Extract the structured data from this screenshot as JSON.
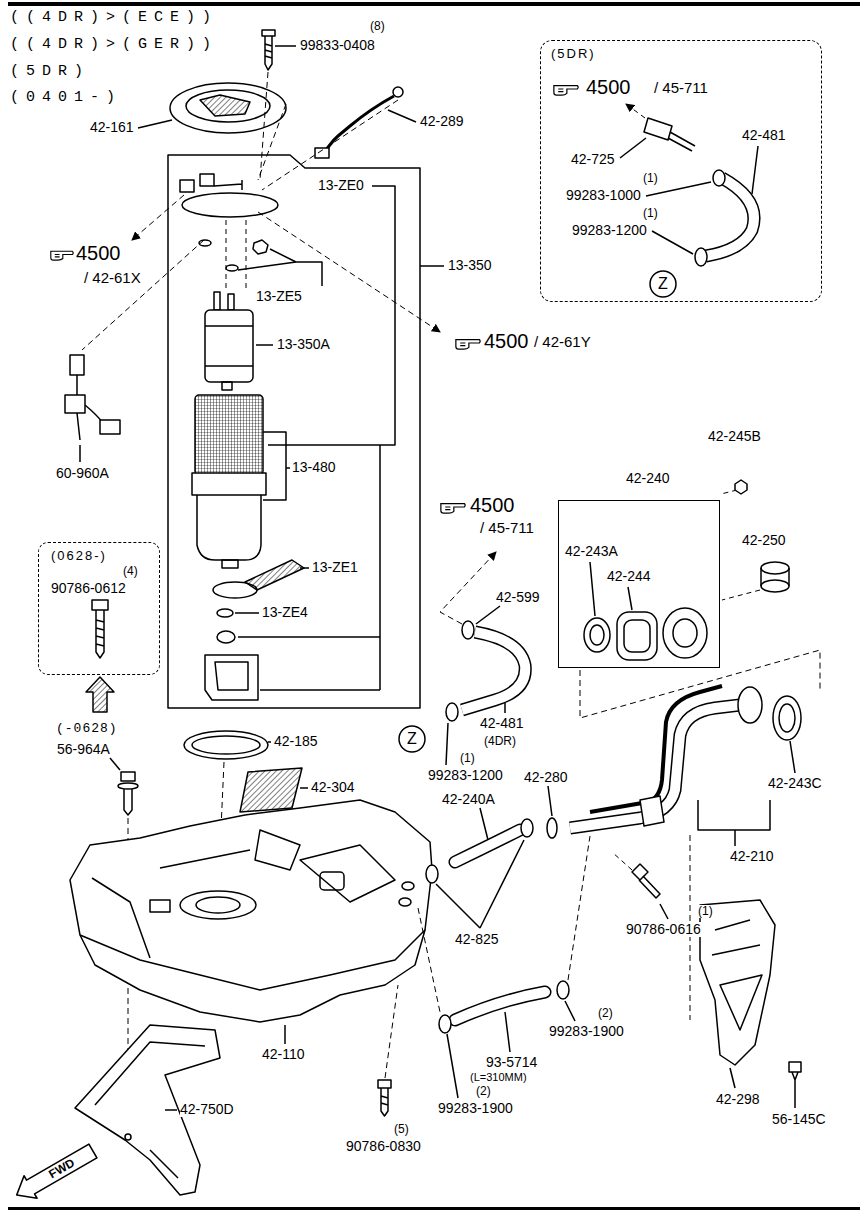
{
  "diagram": {
    "nodes": [
      {
        "text": [
          "(5DR)"
        ]
      },
      {
        "text": [
          "Z"
        ],
        "in": 0
      },
      {
        "text": [
          "42-240"
        ]
      },
      {
        "text": [
          "(0628-)",
          "(4)",
          "90786-0612"
        ]
      },
      {
        "text": [
          "Z"
        ]
      }
    ],
    "labels": [
      "((4DR)>(ECE))",
      "((4DR)>(GER))",
      "(5DR)",
      "(0401-)",
      "(8)",
      "99833-0408",
      "42-161",
      "42-289",
      "13-ZE0",
      "13-350",
      "4500",
      "/ 42-61X",
      "13-ZE5",
      "13-350A",
      "4500",
      "/ 42-61Y",
      "13-480",
      "60-960A",
      "13-ZE1",
      "13-ZE4",
      "(-0628)",
      "56-964A",
      "42-185",
      "42-304",
      "4500",
      "/ 45-711",
      "42-599",
      "42-481",
      "(4DR)",
      "(1)",
      "99283-1200",
      "42-280",
      "42-240A",
      "42-825",
      "(1)",
      "90786-0616",
      "42-210",
      "42-243C",
      "42-245B",
      "42-250",
      "42-243A",
      "42-244",
      "(2)",
      "99283-1900",
      "93-5714",
      "(L=310MM)",
      "(2)",
      "99283-1900",
      "42-110",
      "42-750D",
      "(5)",
      "90786-0830",
      "42-298",
      "56-145C",
      "FWD",
      "4500",
      "/ 45-711",
      "42-481",
      "42-725",
      "(1)",
      "99283-1000",
      "(1)",
      "99283-1200"
    ]
  }
}
